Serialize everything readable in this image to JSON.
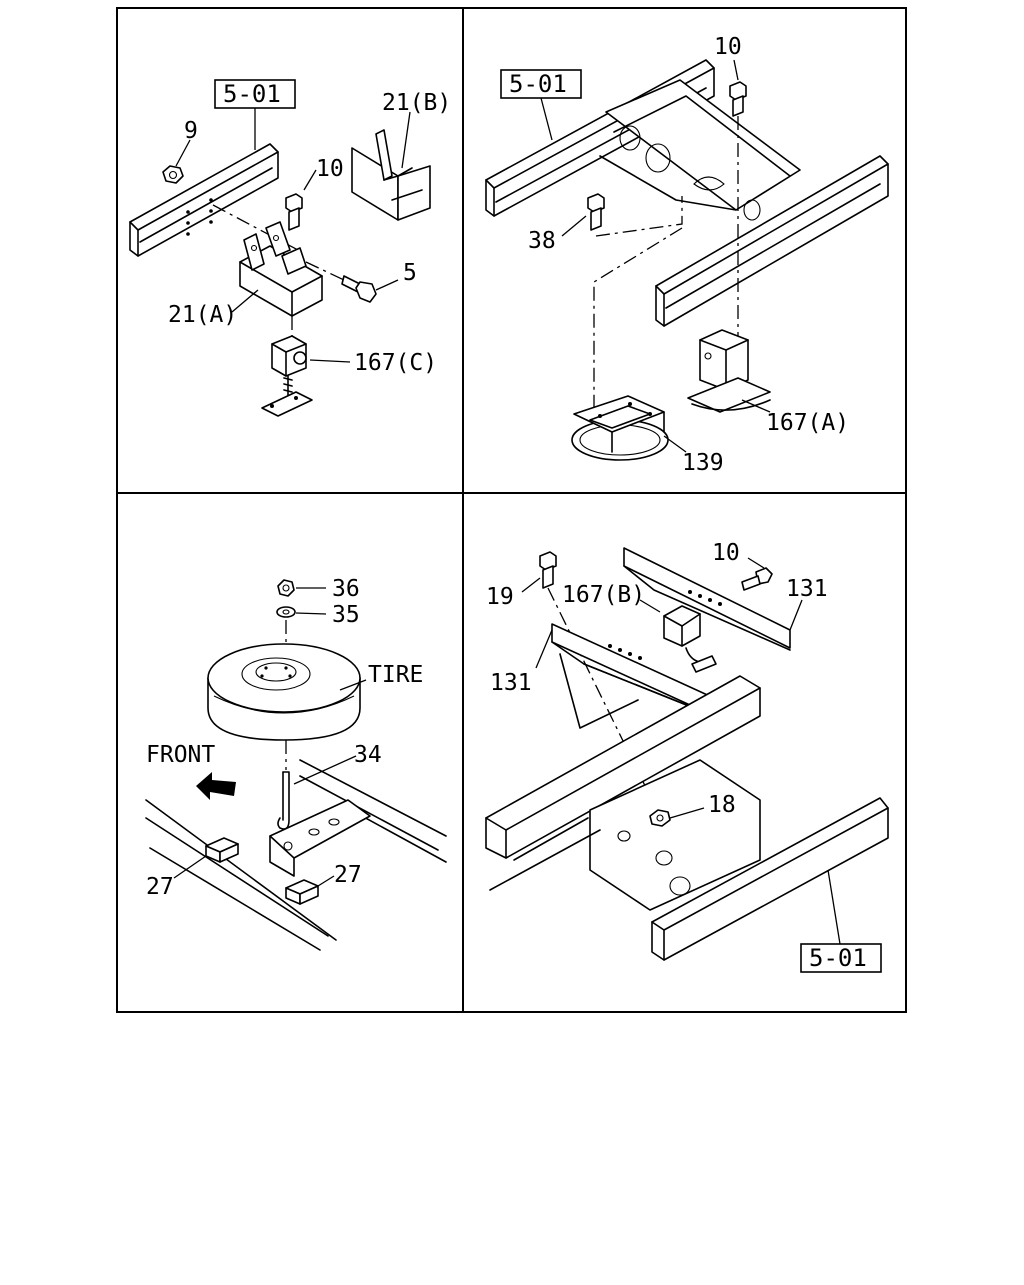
{
  "panels": {
    "top_left": {
      "ref_box": "5-01",
      "labels": [
        "9",
        "21(B)",
        "10",
        "5",
        "21(A)",
        "167(C)"
      ]
    },
    "top_right": {
      "ref_box": "5-01",
      "labels": [
        "10",
        "38",
        "167(A)",
        "139"
      ]
    },
    "bottom_left": {
      "labels": [
        "36",
        "35",
        "TIRE",
        "FRONT",
        "34",
        "27",
        "27"
      ]
    },
    "bottom_right": {
      "ref_box": "5-01",
      "labels": [
        "10",
        "19",
        "167(B)",
        "131",
        "131",
        "18"
      ]
    }
  },
  "icons": {
    "front_arrow": "arrow-icon"
  }
}
